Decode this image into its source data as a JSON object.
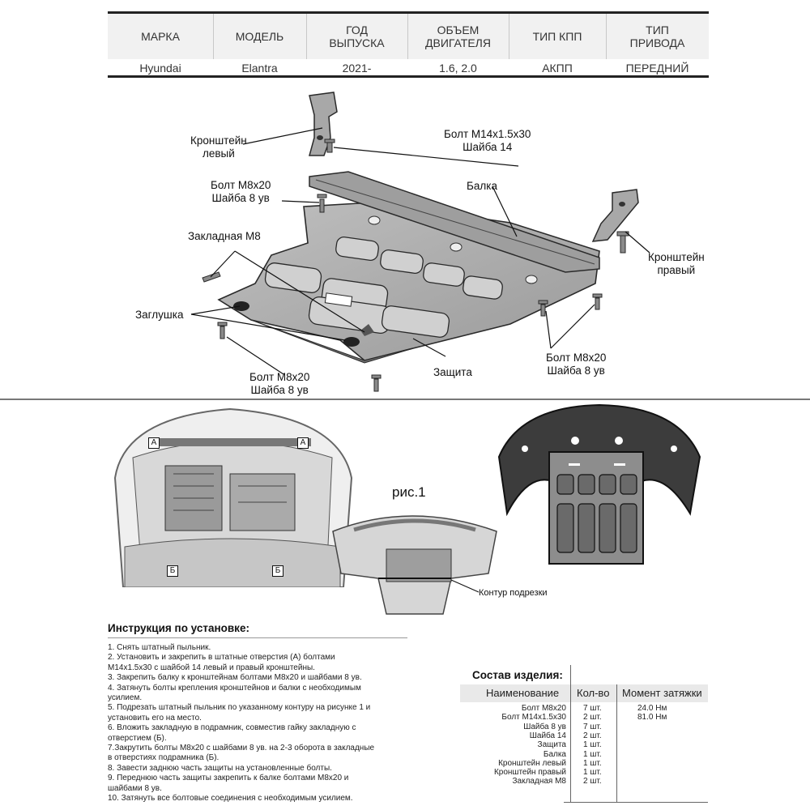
{
  "spec_table": {
    "columns": [
      {
        "header": "МАРКА",
        "value": "Hyundai"
      },
      {
        "header": "МОДЕЛЬ",
        "value": "Elantra"
      },
      {
        "header": "ГОД\nВЫПУСКА",
        "value": "2021-"
      },
      {
        "header": "ОБЪЕМ\nДВИГАТЕЛЯ",
        "value": "1.6, 2.0"
      },
      {
        "header": "ТИП КПП",
        "value": "АКПП"
      },
      {
        "header": "ТИП\nПРИВОДА",
        "value": "ПЕРЕДНИЙ"
      }
    ]
  },
  "diagram": {
    "labels": {
      "bracket_left": "Кронштейн\nлевый",
      "bolt_m14": "Болт М14х1.5х30\nШайба 14",
      "bolt_m8_top": "Болт М8х20\nШайба 8 ув",
      "beam": "Балка",
      "insert_m8": "Закладная М8",
      "bracket_right": "Кронштейн\nправый",
      "plug": "Заглушка",
      "bolt_m8_right": "Болт М8х20\nШайба 8 ув",
      "shield": "Защита",
      "bolt_m8_bottom": "Болт М8х20\nШайба 8 ув"
    }
  },
  "photos": {
    "fig_label": "рис.1",
    "contour_label": "Контур подрезки",
    "marker_a": "А",
    "marker_b": "Б"
  },
  "instructions": {
    "title": "Инструкция по установке:",
    "steps": [
      "1. Снять штатный пыльник.",
      "2. Установить и закрепить в штатные отверстия (А) болтами\nМ14х1.5х30 с шайбой 14 левый и правый кронштейны.",
      "3. Закрепить балку к кронштейнам болтами М8х20 и шайбами 8 ув.",
      "4. Затянуть болты крепления кронштейнов и балки с необходимым\nусилием.",
      "5. Подрезать штатный пыльник по указанному контуру на рисунке 1 и\nустановить его на место.",
      "6. Вложить закладную в подрамник, совместив гайку закладную с\nотверстием (Б).",
      "7.Закрутить болты М8х20 с шайбами 8 ув. на 2-3 оборота в закладные\nв отверстиях подрамника (Б).",
      "8. Завести заднюю часть защиты на установленные болты.",
      "9. Переднюю часть защиты закрепить к балке болтами М8х20 и\nшайбами 8 ув.",
      "10. Затянуть все болтовые соединения с необходимым усилием."
    ]
  },
  "composition": {
    "title": "Состав изделия:",
    "headers": {
      "name": "Наименование",
      "qty": "Кол-во",
      "torque": "Момент затяжки"
    },
    "rows": [
      {
        "name": "Болт М8х20",
        "qty": "7 шт.",
        "torque": "24.0 Нм"
      },
      {
        "name": "Болт М14х1.5х30",
        "qty": "2 шт.",
        "torque": "81.0 Нм"
      },
      {
        "name": "Шайба 8 ув",
        "qty": "7 шт.",
        "torque": ""
      },
      {
        "name": "Шайба 14",
        "qty": "2 шт.",
        "torque": ""
      },
      {
        "name": "Защита",
        "qty": "1 шт.",
        "torque": ""
      },
      {
        "name": "Балка",
        "qty": "1 шт.",
        "torque": ""
      },
      {
        "name": "Кронштейн левый",
        "qty": "1 шт.",
        "torque": ""
      },
      {
        "name": "Кронштейн правый",
        "qty": "1 шт.",
        "torque": ""
      },
      {
        "name": "Закладная М8",
        "qty": "2 шт.",
        "torque": ""
      }
    ]
  }
}
